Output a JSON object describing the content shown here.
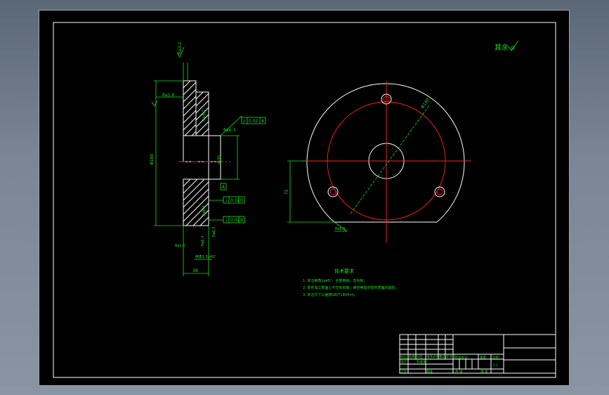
{
  "drawing": {
    "rest_roughness_label": "其余",
    "tech_title": "技术要求",
    "tech_notes": [
      "1. 未注倒角1x45°，全部倒钝，去毛刺；",
      "2. 零件加工表面上不应有划痕、擦伤等损伤零件表面的缺陷；",
      "3. 未注尺寸公差按GB/T1804-m。"
    ],
    "dims": {
      "top_roughness": "Ra3.2",
      "left_flange": "Ra1.6",
      "diameter_big": "Φ180",
      "bore_diam": "Φ35",
      "hub_ra": "Ra3.2",
      "hub_ra2": "Ra6.3",
      "ra_b1": "Ra6.3",
      "ra_b2": "Ra6.3",
      "ra_b3": "Ra6.3",
      "bottom_ra": "Ra1.6",
      "thickness": "38",
      "chamfer_note": "倒角1.5x45°",
      "pcd": "Φ140",
      "flat_height": "75",
      "front_ra": "Ra6.3"
    },
    "fcf": {
      "top": [
        "//",
        "0.02",
        "A"
      ],
      "mid1": [
        "⊥",
        "0.02",
        "B"
      ],
      "mid2": [
        "⊥",
        "0.02",
        "B"
      ]
    },
    "datum_label": "A",
    "title_block": {
      "row_labels": [
        "标记",
        "处数",
        "分区",
        "更改文件号",
        "签名",
        "年月日"
      ],
      "design": "设计",
      "process": "工艺",
      "standardize": "标准化",
      "approve": "批准",
      "stage_mark": "阶段标记",
      "weight": "重量",
      "scale": "比例",
      "scale_value": "1:1",
      "sheets": "共  张",
      "sheet_no": "第  张"
    }
  }
}
